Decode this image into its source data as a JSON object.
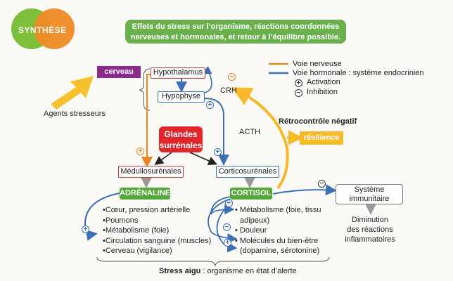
{
  "logo": {
    "text": "SYNTHÈSE"
  },
  "banner": {
    "line1": "Effets du stress sur l’organisme, réactions coordonnées",
    "line2": "nerveuses et hormonales, et retour à l’équilibre possible."
  },
  "labels": {
    "cerveau": "cerveau",
    "agents": "Agents stresseurs",
    "hypothalamus": "Hypothalamus",
    "hypophyse": "Hypophyse",
    "crh": "CRH",
    "acth": "ACTH",
    "glandes_line1": "Glandes",
    "glandes_line2": "surrénales",
    "medullo": "Médullosurénales",
    "cortico": "Corticosurénales",
    "adrenaline": "ADRÉNALINE",
    "cortisol": "CORTISOL",
    "retro": "Rétrocontrôle négatif",
    "resilience": "résilience",
    "systeme_line1": "Système",
    "systeme_line2": "immunitaire",
    "diminution_line1": "Diminution",
    "diminution_line2": "des réactions",
    "diminution_line3": "inflammatoires"
  },
  "legend": {
    "nerveuse": "Voie nerveuse",
    "hormonale": "Voie hormonale : système endocrinien",
    "activation": "Activation",
    "inhibition": "Inhibition",
    "plus": "+",
    "minus": "−"
  },
  "adrenaline_effects": [
    "Cœur, pression artérielle",
    "Poumons",
    "Métabolisme (foie)",
    "Circulation sanguine (muscles)",
    "Cerveau (vigilance)"
  ],
  "cortisol_effects": [
    "Métabolisme (foie, tissu",
    "adipeux)",
    "Douleur",
    "Molécules du bien-être",
    "(dopamine, sérotonine)"
  ],
  "footer": {
    "bold": "Stress aigu",
    "rest": " : organisme en état d’alerte"
  },
  "colors": {
    "nerveuse": "#e8862a",
    "hormonale": "#3b6fb6",
    "green": "#55a83a",
    "red": "#e0262b",
    "purple": "#8a2a8a",
    "yellow": "#f7b928"
  }
}
